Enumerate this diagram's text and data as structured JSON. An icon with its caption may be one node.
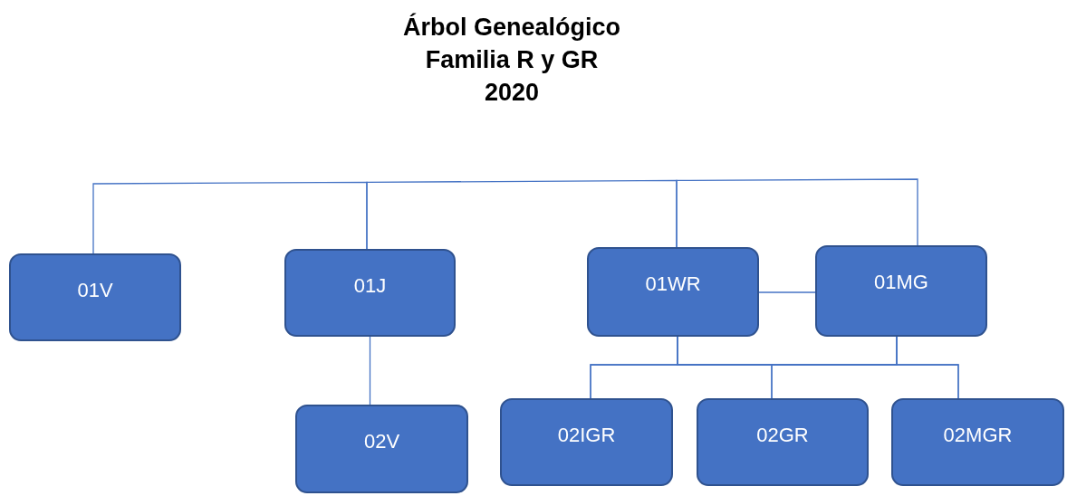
{
  "diagram": {
    "title": "Árbol Genealógico Familia R y GR 2020",
    "nodes": [
      {
        "text": [
          "01V"
        ]
      },
      {
        "text": [
          "01J"
        ]
      },
      {
        "text": [
          "01WR"
        ]
      },
      {
        "text": [
          "01MG"
        ]
      },
      {
        "text": [
          "02V"
        ]
      },
      {
        "text": [
          "02IGR"
        ]
      },
      {
        "text": [
          "02GR"
        ]
      },
      {
        "text": [
          "02MGR"
        ]
      }
    ],
    "edges": [
      {
        "from": 0,
        "to": 1,
        "arrow": "none"
      },
      {
        "from": 1,
        "to": 2,
        "arrow": "none"
      },
      {
        "from": 2,
        "to": 3,
        "arrow": "none"
      },
      {
        "from": 1,
        "to": 4,
        "arrow": "none"
      },
      {
        "from": 2,
        "to": 3,
        "arrow": "none"
      },
      {
        "from": 2,
        "to": 5,
        "arrow": "none"
      },
      {
        "from": 2,
        "to": 6,
        "arrow": "none"
      },
      {
        "from": 2,
        "to": 7,
        "arrow": "none"
      },
      {
        "from": 3,
        "to": 5,
        "arrow": "none"
      },
      {
        "from": 3,
        "to": 6,
        "arrow": "none"
      },
      {
        "from": 3,
        "to": 7,
        "arrow": "none"
      }
    ]
  }
}
